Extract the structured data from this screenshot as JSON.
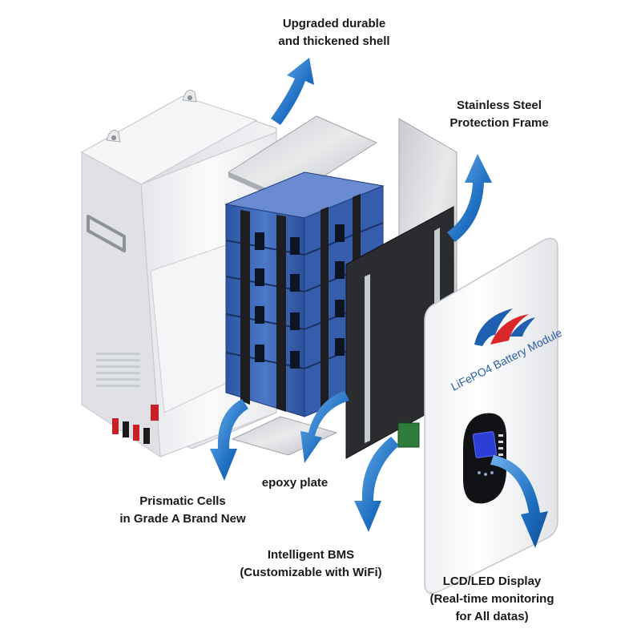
{
  "brand": {
    "module_text": "LiFePO4 Battery Module"
  },
  "callouts": {
    "shell": [
      "Upgraded durable",
      "and thickened shell"
    ],
    "frame": [
      "Stainless Steel",
      "Protection Frame"
    ],
    "epoxy": [
      "epoxy plate"
    ],
    "cells": [
      "Prismatic Cells",
      "in Grade A Brand New"
    ],
    "bms": [
      "Intelligent BMS",
      "(Customizable with WiFi)"
    ],
    "lcd": [
      "LCD/LED Display",
      "(Real-time monitoring",
      "for All datas)"
    ]
  },
  "colors": {
    "arrow_blue": "#1f6fc2",
    "cell_blue": "#3a63b5",
    "logo_red": "#d9262b",
    "logo_blue": "#1f5fb0",
    "lcd_screen": "#2b3fd6"
  }
}
